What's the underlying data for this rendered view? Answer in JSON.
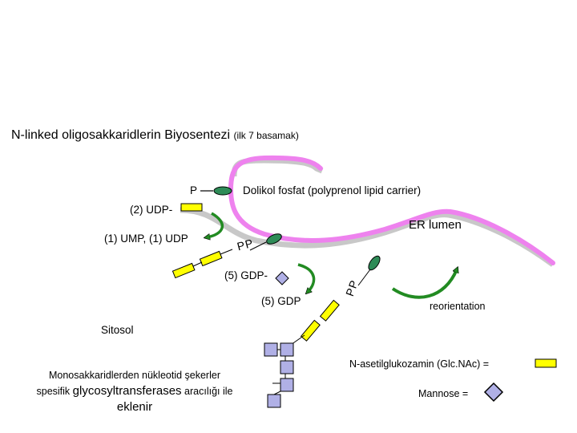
{
  "title": {
    "main": "N-linked oligosakkaridlerin Biyosentezi",
    "sub": "(ilk 7 basamak)"
  },
  "labels": {
    "p": "P",
    "dolichol": "Dolikol fosfat (polyprenol lipid carrier)",
    "udp2": "(2) UDP-",
    "ump_udp": "(1) UMP, (1) UDP",
    "er_lumen": "ER lumen",
    "pp1": "PP",
    "gdp5_reactant": "(5) GDP-",
    "gdp5_product": "(5) GDP",
    "pp2": "PP",
    "reorientation": "reorientation",
    "sitosol": "Sitosol"
  },
  "legend": {
    "glcnac": "N-asetilglukozamin (Glc.NAc) =",
    "mannose": "Mannose ="
  },
  "note": {
    "line1": "Monosakkaridlerden nükleotid şekerler",
    "line2_a": "spesifik",
    "line2_b": "glycosyltransferases",
    "line2_c": "aracılığı ile",
    "line3": "eklenir"
  },
  "colors": {
    "membrane": "#ee82ee",
    "membrane_shadow": "#c8c8c8",
    "lipid_oval": "#2e8b57",
    "glcnac": "#ffff00",
    "mannose": "#b0b0e6",
    "arrow": "#228b22"
  }
}
